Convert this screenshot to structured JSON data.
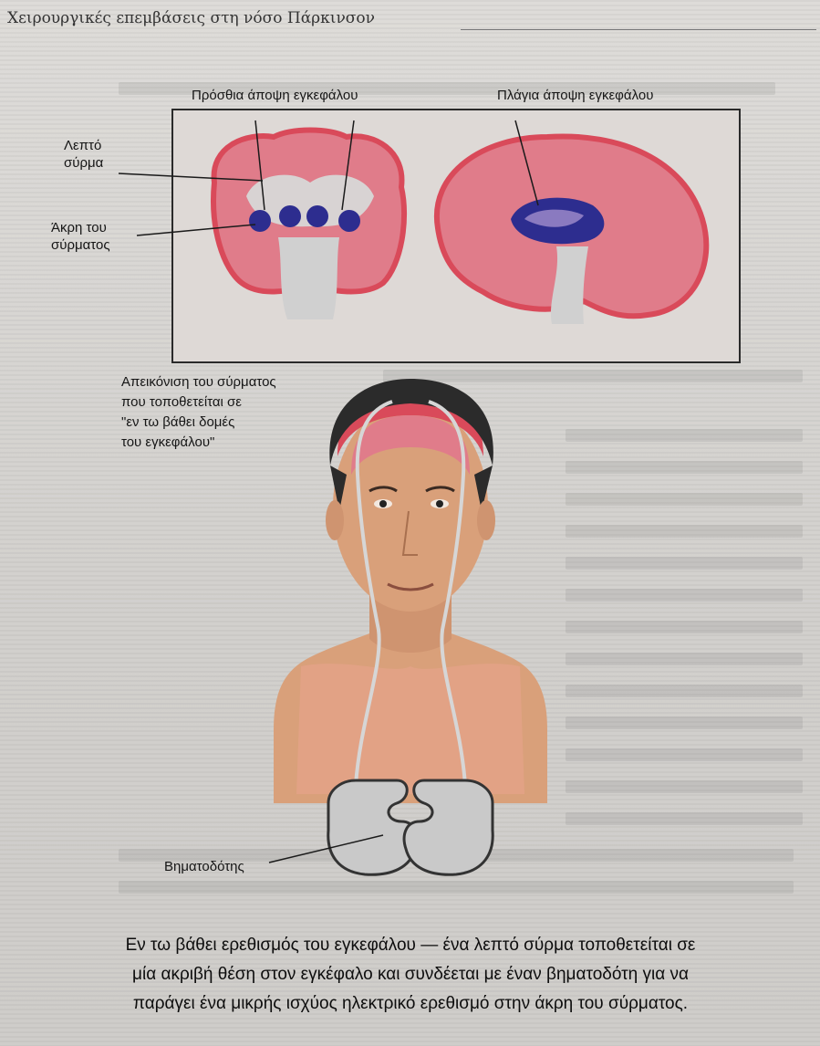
{
  "header": {
    "title": "Χειρουργικές επεμβάσεις στη νόσο Πάρκινσον"
  },
  "figure": {
    "front_view_label": "Πρόσθια άποψη εγκεφάλου",
    "side_view_label": "Πλάγια άποψη εγκεφάλου",
    "thin_wire_label_line1": "Λεπτό",
    "thin_wire_label_line2": "σύρμα",
    "wire_tip_label_line1": "Άκρη του",
    "wire_tip_label_line2": "σύρματος",
    "depiction_line1": "Απεικόνιση του σύρματος",
    "depiction_line2": "που τοποθετείται σε",
    "depiction_line3": "\"εν τω βάθει δομές",
    "depiction_line4": "του εγκεφάλου\"",
    "pacemaker_label": "Βηματοδότης"
  },
  "caption": {
    "line1": "Εν τω βάθει ερεθισμός του εγκεφάλου — ένα λεπτό σύρμα τοποθετείται σε",
    "line2": "μία ακριβή θέση στον εγκέφαλο και συνδέεται με έναν βηματοδότη για να",
    "line3": "παράγει ένα μικρής ισχύος ηλεκτρικό ερεθισμό στην άκρη του σύρματος."
  },
  "colors": {
    "brain_pink": "#e07c8a",
    "brain_red": "#d94a5a",
    "deep_structure_blue": "#2d2d8f",
    "skin": "#d9a07a",
    "hair": "#2b2b2b",
    "pacemaker_gray": "#c9c9c9"
  }
}
